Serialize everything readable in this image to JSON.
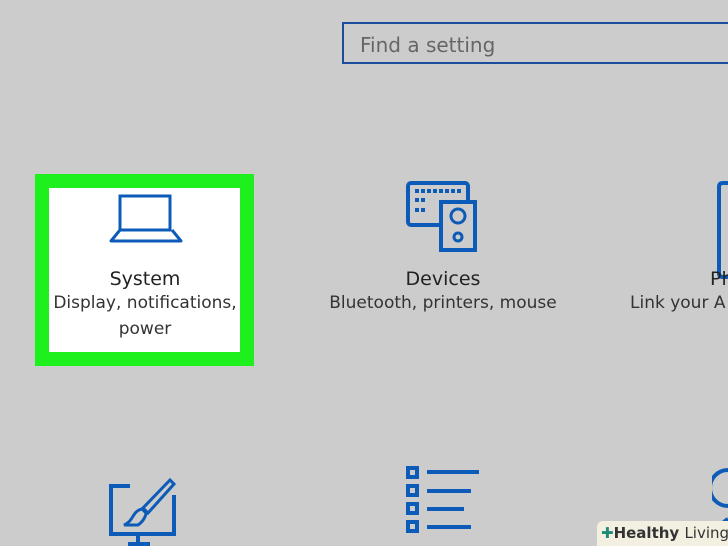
{
  "search": {
    "placeholder": "Find a setting"
  },
  "tiles": [
    {
      "title": "System",
      "subtitle": "Display, notifications, power"
    },
    {
      "title": "Devices",
      "subtitle": "Bluetooth, printers, mouse"
    },
    {
      "title": "Ph",
      "subtitle": "Link your A"
    }
  ],
  "watermark": {
    "bold": "Healthy",
    "light": "Living"
  },
  "colors": {
    "accent": "#0d5bb8",
    "highlight": "#1ef01e"
  }
}
